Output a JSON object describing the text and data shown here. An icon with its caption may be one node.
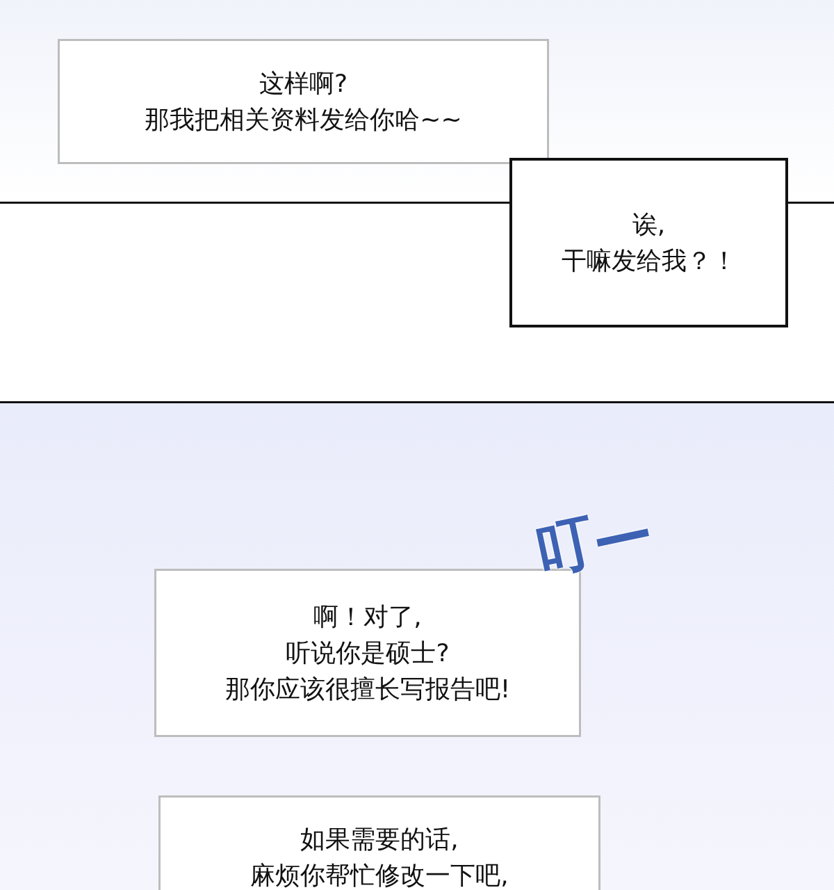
{
  "diagram": {
    "nodes": [
      {
        "text": [
          "这样啊?那我把相关资料发给你哈~~"
        ]
      },
      {
        "text": [
          "诶,干嘛发给我？！"
        ]
      },
      {
        "text": [
          "啊！对了,听说你是硕士?那你应该很擅长写报告吧!"
        ]
      },
      {
        "text": [
          "如果需要的话,麻烦你帮忙修改一下吧,"
        ]
      }
    ],
    "labels": [
      "叮—"
    ]
  }
}
